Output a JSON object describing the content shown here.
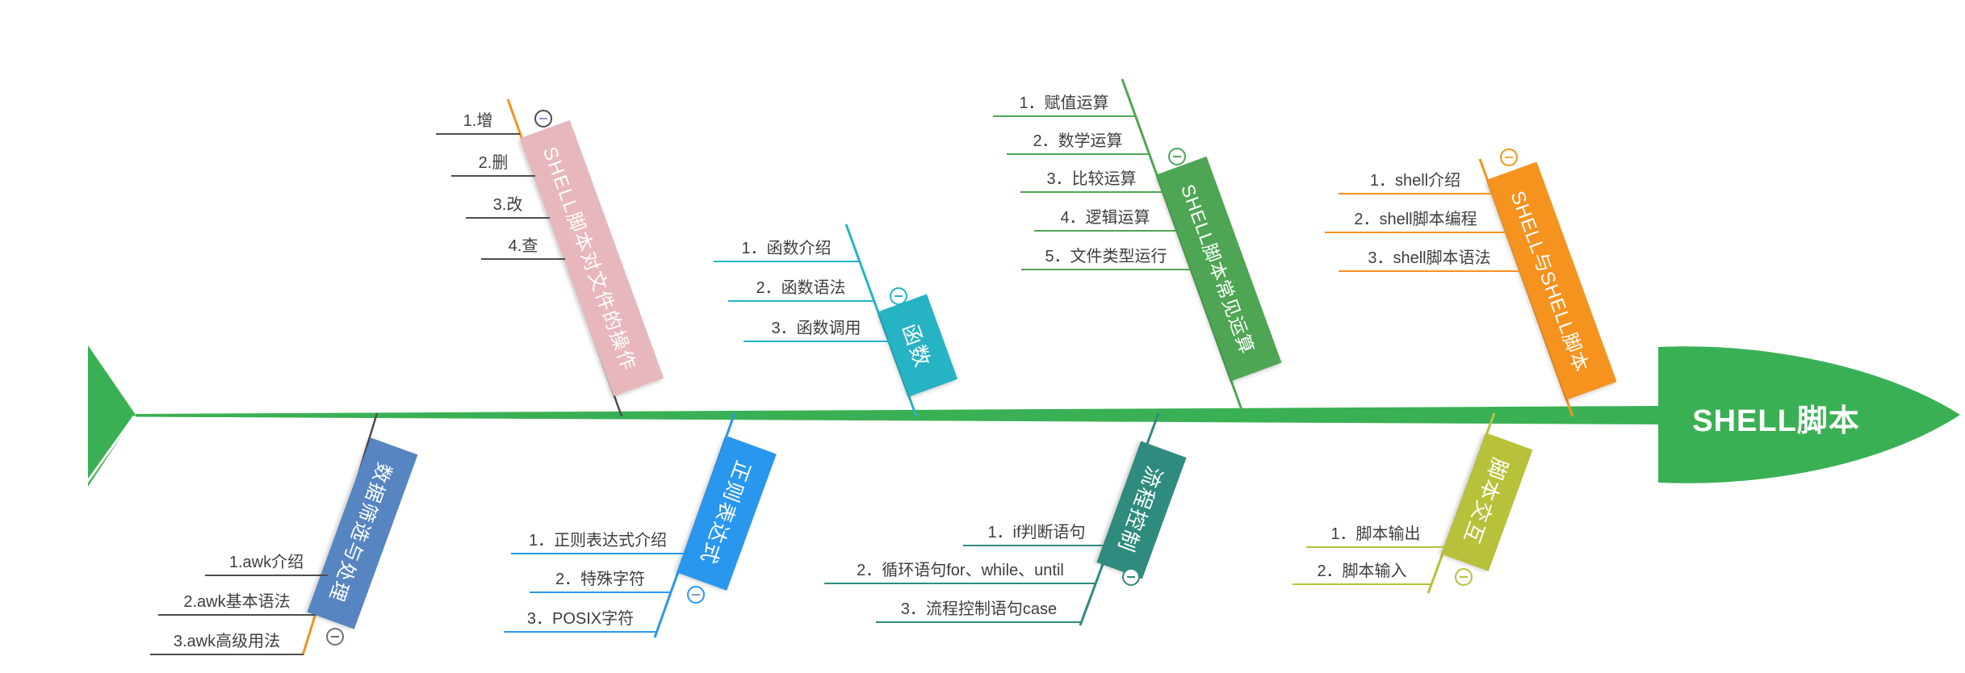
{
  "diagram": {
    "type": "fishbone-mindmap",
    "head_label": "SHELL脚本",
    "spine_color": "#3ab054",
    "icons": {
      "collapse": "minus-circle-icon"
    }
  },
  "branches": [
    {
      "label": "SHELL脚本对文件的操作",
      "side": "top",
      "fill_color": "#e8b7bd",
      "line_color": "#f6921e",
      "underline_color": "#4d4d4d",
      "collapse_icon": "minus-circle-icon",
      "items": [
        "1.增",
        "2.删",
        "3.改",
        "4.查"
      ]
    },
    {
      "label": "函数",
      "side": "top",
      "fill_color": "#26b3c3",
      "line_color": "#26b3c3",
      "underline_color": "#26b3c3",
      "collapse_icon": "minus-circle-icon",
      "items": [
        "1．函数介绍",
        "2．函数语法",
        "3．函数调用"
      ]
    },
    {
      "label": "SHELL脚本常见运算",
      "side": "top",
      "fill_color": "#4ea654",
      "line_color": "#4ea654",
      "underline_color": "#4ea654",
      "collapse_icon": "minus-circle-icon",
      "items": [
        "1．赋值运算",
        "2．数学运算",
        "3．比较运算",
        "4．逻辑运算",
        "5．文件类型运行"
      ]
    },
    {
      "label": "SHELL与SHELL脚本",
      "side": "top",
      "fill_color": "#f6921e",
      "line_color": "#f6921e",
      "underline_color": "#f6921e",
      "collapse_icon": "minus-circle-icon",
      "items": [
        "1．shell介绍",
        "2．shell脚本编程",
        "3．shell脚本语法"
      ]
    },
    {
      "label": "数据筛选与处理",
      "side": "bottom",
      "fill_color": "#5785c1",
      "line_color": "#f6921e",
      "underline_color": "#4d4d4d",
      "collapse_icon": "minus-circle-icon",
      "items": [
        "1.awk介绍",
        "2.awk基本语法",
        "3.awk高级用法"
      ]
    },
    {
      "label": "正则表达式",
      "side": "bottom",
      "fill_color": "#2a97ef",
      "line_color": "#2a97ef",
      "underline_color": "#2a97ef",
      "collapse_icon": "minus-circle-icon",
      "items": [
        "1．正则表达式介绍",
        "2．特殊字符",
        "3．POSIX字符"
      ]
    },
    {
      "label": "流程控制",
      "side": "bottom",
      "fill_color": "#2f8b7d",
      "line_color": "#2f8b7d",
      "underline_color": "#2f8b7d",
      "collapse_icon": "minus-circle-icon",
      "items": [
        "1．if判断语句",
        "2．循环语句for、while、until",
        "3．流程控制语句case"
      ]
    },
    {
      "label": "脚本交互",
      "side": "bottom",
      "fill_color": "#b7c139",
      "line_color": "#b7c139",
      "underline_color": "#b7c139",
      "collapse_icon": "minus-circle-icon",
      "items": [
        "1．脚本输出",
        "2．脚本输入"
      ]
    }
  ]
}
